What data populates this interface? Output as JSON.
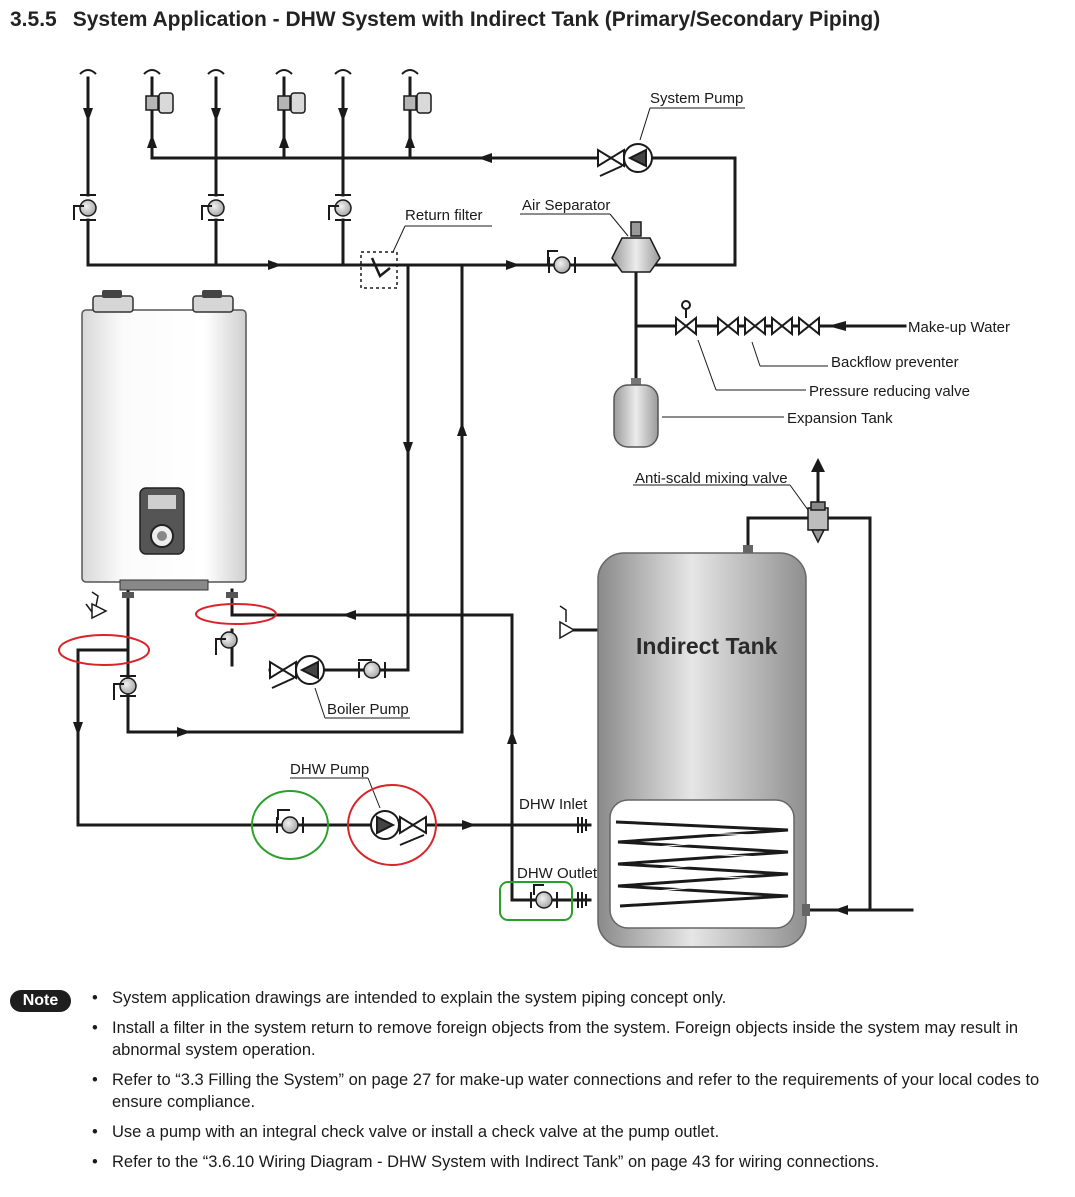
{
  "heading": {
    "number": "3.5.5",
    "title": "System Application - DHW System with Indirect Tank (Primary/Secondary Piping)"
  },
  "labels": {
    "system_pump": "System Pump",
    "return_filter": "Return filter",
    "air_separator": "Air Separator",
    "makeup_water": "Make-up Water",
    "backflow_preventer": "Backflow preventer",
    "pressure_reducing_valve": "Pressure reducing valve",
    "expansion_tank": "Expansion Tank",
    "anti_scald_valve": "Anti-scald mixing valve",
    "indirect_tank": "Indirect Tank",
    "boiler_pump": "Boiler Pump",
    "dhw_pump": "DHW Pump",
    "dhw_inlet": "DHW Inlet",
    "dhw_outlet": "DHW Outlet"
  },
  "highlight_colors": {
    "red": "#d9252a",
    "green": "#2aa02a"
  },
  "note": {
    "badge": "Note",
    "items": [
      "System application drawings are intended to explain the system piping concept only.",
      "Install a filter in the system return to remove foreign objects from the system. Foreign objects inside the system may result in abnormal system operation.",
      "Refer to “3.3 Filling the System” on page 27 for make-up water connections and refer to the requirements of your local codes to ensure compliance.",
      "Use a pump with an integral check valve or install a check valve at the pump outlet.",
      "Refer to the “3.6.10 Wiring Diagram - DHW System with Indirect Tank” on page 43 for wiring connections."
    ]
  }
}
